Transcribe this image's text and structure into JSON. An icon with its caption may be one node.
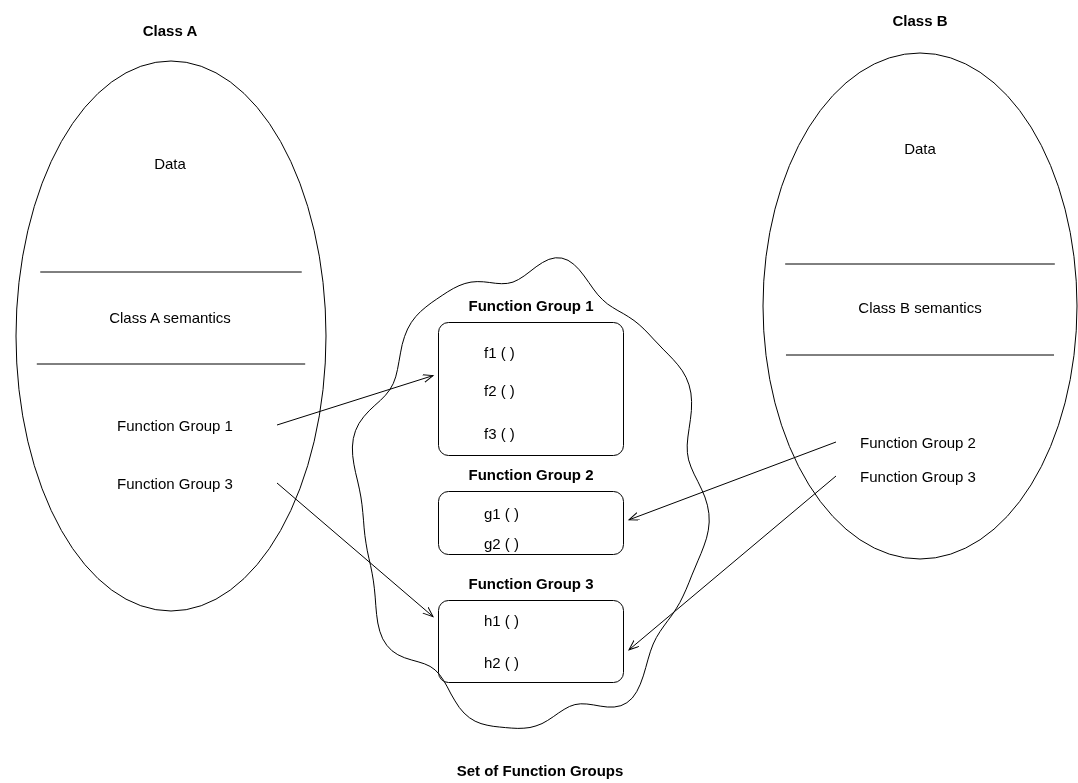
{
  "diagram": {
    "nodes": [
      {
        "text": [
          "Class A",
          "Data",
          "Class A semantics"
        ]
      },
      {
        "text": [
          "Function Group 1"
        ],
        "in": 0
      },
      {
        "text": [
          "Function Group 3"
        ],
        "in": 0
      },
      {
        "text": [
          "Set of Function Groups"
        ]
      },
      {
        "text": [
          "Function Group 1",
          "f1 ( )",
          "f2 ( )",
          "f3 ( )"
        ],
        "in": 3
      },
      {
        "text": [
          "Function Group 2",
          "g1 ( )",
          "g2 ( )"
        ],
        "in": 3
      },
      {
        "text": [
          "Function Group 3",
          "h1 ( )",
          "h2 ( )"
        ],
        "in": 3
      },
      {
        "text": [
          "Class B",
          "Data",
          "Class B semantics"
        ]
      },
      {
        "text": [
          "Function Group 2"
        ],
        "in": 7
      },
      {
        "text": [
          "Function Group 3"
        ],
        "in": 7
      }
    ],
    "edges": [
      {
        "from": 1,
        "to": 4,
        "arrow": "to"
      },
      {
        "from": 2,
        "to": 6,
        "arrow": "to"
      },
      {
        "from": 8,
        "to": 5,
        "arrow": "to"
      },
      {
        "from": 9,
        "to": 6,
        "arrow": "to"
      }
    ]
  }
}
